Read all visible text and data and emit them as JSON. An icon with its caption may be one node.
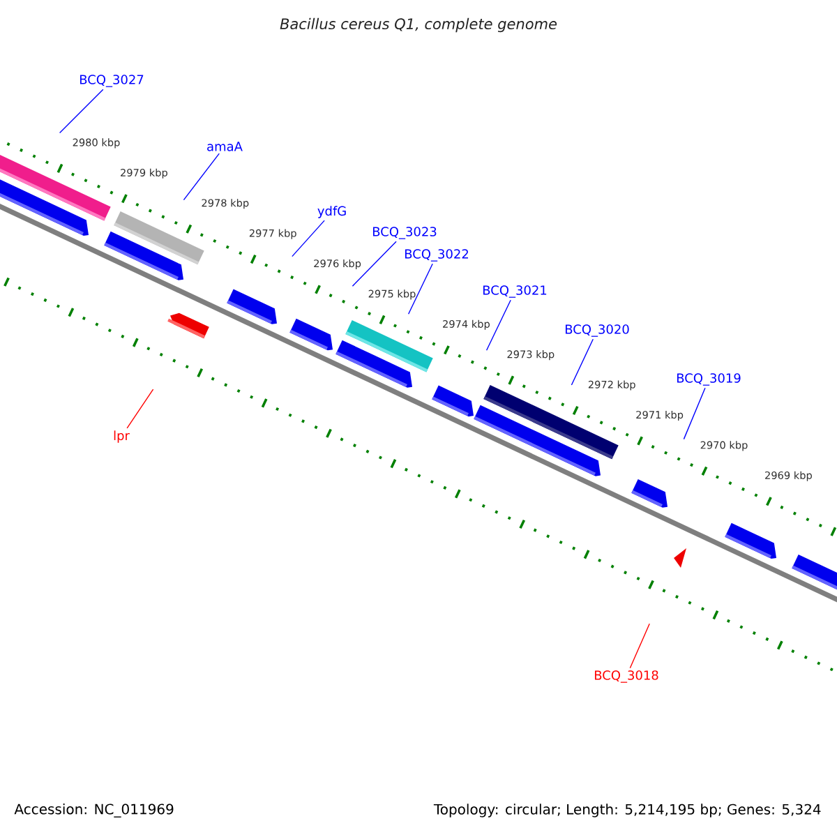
{
  "diagram": {
    "title": "Bacillus cereus Q1, complete genome",
    "nodes": [
      {
        "text": [
          "BCQ_3027"
        ]
      },
      {
        "text": [
          "amaA"
        ]
      },
      {
        "text": [
          "ydfG"
        ]
      },
      {
        "text": [
          "BCQ_3023"
        ]
      },
      {
        "text": [
          "BCQ_3022"
        ]
      },
      {
        "text": [
          "BCQ_3021"
        ]
      },
      {
        "text": [
          "BCQ_3020"
        ]
      },
      {
        "text": [
          "BCQ_3019"
        ]
      },
      {
        "text": [
          "lpr"
        ]
      },
      {
        "text": [
          "BCQ_3018"
        ]
      }
    ],
    "edges": [
      {
        "from": 0,
        "to": null,
        "arrow": "none"
      },
      {
        "from": 1,
        "to": null,
        "arrow": "none"
      },
      {
        "from": 2,
        "to": null,
        "arrow": "none"
      },
      {
        "from": 3,
        "to": null,
        "arrow": "none"
      },
      {
        "from": 4,
        "to": null,
        "arrow": "none"
      },
      {
        "from": 5,
        "to": null,
        "arrow": "none"
      },
      {
        "from": 6,
        "to": null,
        "arrow": "none"
      },
      {
        "from": 7,
        "to": null,
        "arrow": "none"
      },
      {
        "from": 8,
        "to": null,
        "arrow": "none",
        "color": "#ff0000"
      },
      {
        "from": 9,
        "to": null,
        "arrow": "none",
        "color": "#ff0000"
      }
    ],
    "labels": [
      "2980 kbp",
      "2979 kbp",
      "2978 kbp",
      "2977 kbp",
      "2976 kbp",
      "2975 kbp",
      "2974 kbp",
      "2973 kbp",
      "2972 kbp",
      "2971 kbp",
      "2970 kbp",
      "2969 kbp",
      "Accession: NC_011969",
      "Topology: circular; Length: 5,214,195 bp; Genes: 5,324"
    ]
  }
}
